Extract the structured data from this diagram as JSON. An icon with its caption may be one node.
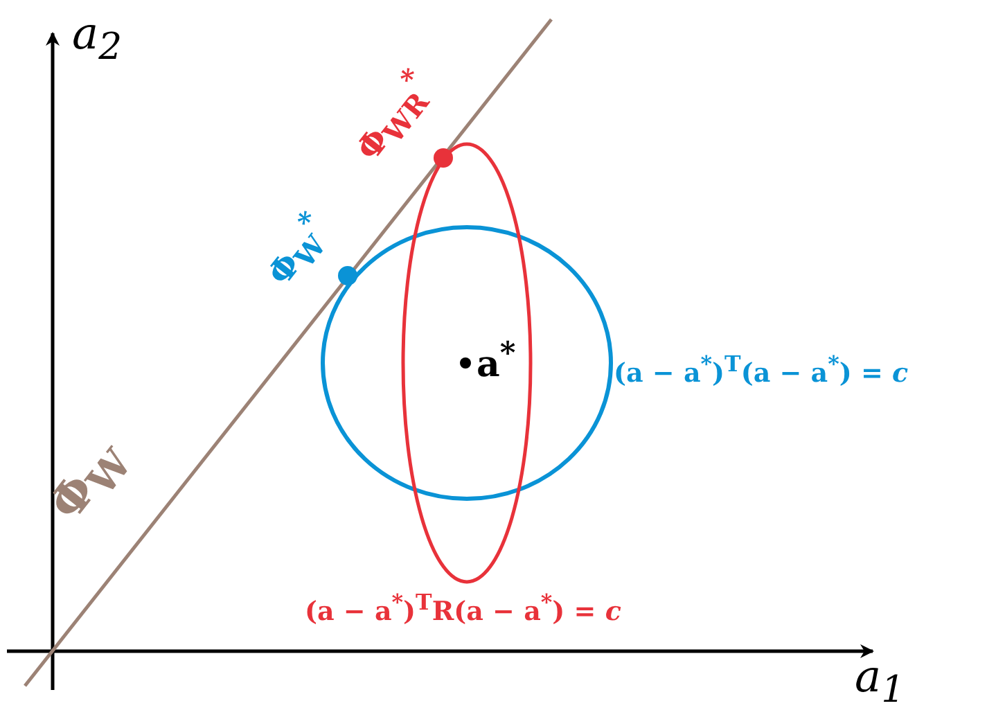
{
  "diagram": {
    "labels": [
      "a$_{2}$",
      "Φ$_{W}$$^{*}$",
      "Φ$_{W}$$_{R}$$^{*}$",
      "a$^{*}$",
      "(a − a$^{*}$)$^{T}$(a − a$^{*}$) = *c*",
      "Φ$_{W}$",
      "(a − a$^{*}$)$^{T}$R(a − a$^{*}$) = *c*",
      "a$_{1}$"
    ]
  }
}
